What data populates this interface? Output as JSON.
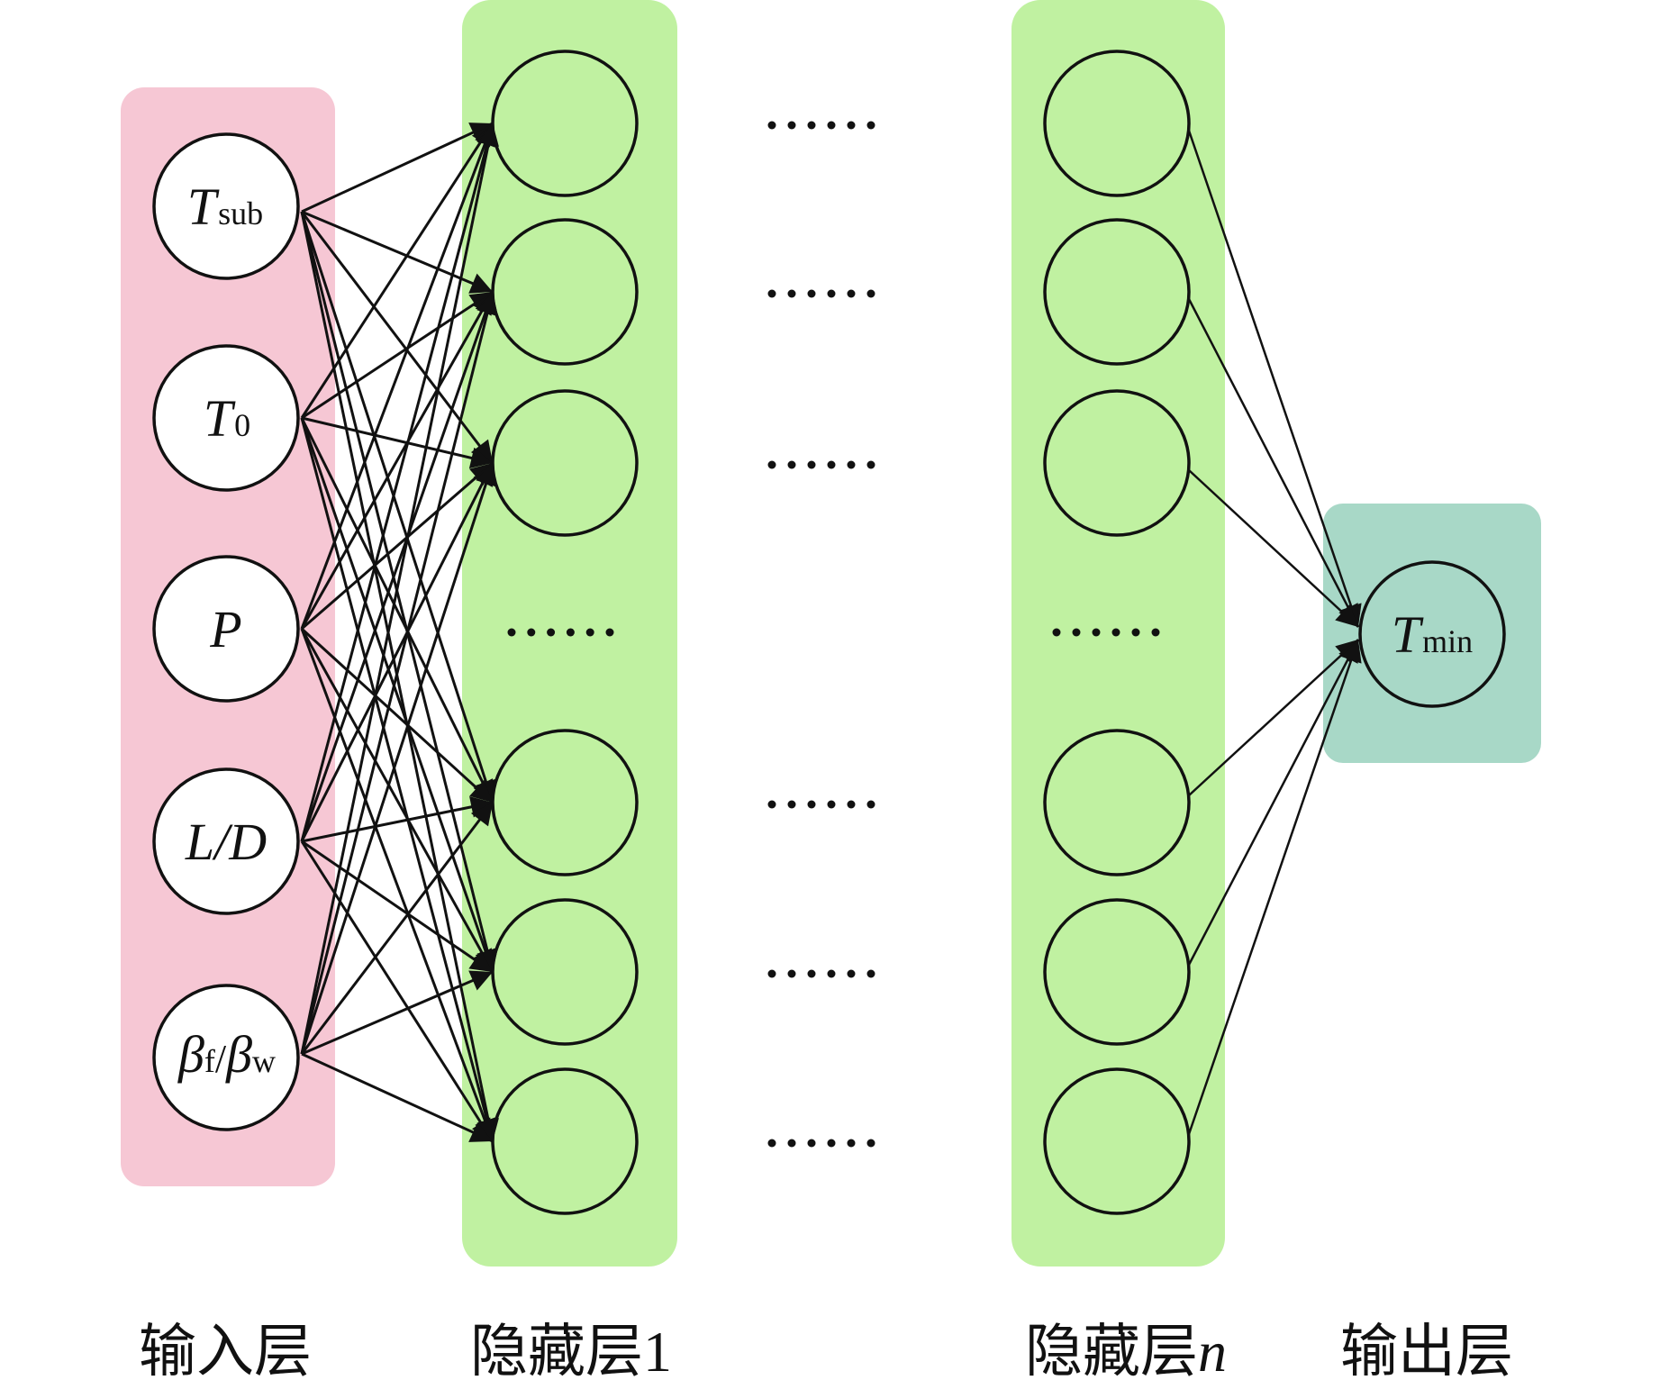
{
  "diagram": {
    "type": "neural-network",
    "colors": {
      "input_layer_bg": "#f6c7d4",
      "hidden_layer_bg": "#c0f1a1",
      "output_layer_bg": "#a8d8c7",
      "node_stroke": "#111111",
      "input_node_fill": "#ffffff",
      "edge": "#111111"
    },
    "layers": {
      "input": {
        "label": "输入层",
        "nodes": [
          {
            "main": "T",
            "sub": "sub",
            "id": "t-sub"
          },
          {
            "main": "T",
            "sub": "0",
            "id": "t0"
          },
          {
            "main": "P",
            "sub": "",
            "id": "p"
          },
          {
            "main": "L/D",
            "sub": "",
            "id": "l-d"
          },
          {
            "main": "β",
            "sub": "f",
            "mid": "/",
            "main2": "β",
            "sub2": "w",
            "id": "beta-ratio"
          }
        ]
      },
      "hidden_1": {
        "label": "隐藏层",
        "label_suffix": "1",
        "visible_nodes": 6,
        "ellipsis": "······"
      },
      "hidden_n": {
        "label": "隐藏层",
        "label_suffix": "n",
        "visible_nodes": 6,
        "ellipsis": "······"
      },
      "output": {
        "label": "输出层",
        "nodes": [
          {
            "main": "T",
            "sub": "min",
            "id": "t-min"
          }
        ]
      }
    },
    "between_hidden_ellipsis": "······",
    "connections": {
      "input_to_hidden_1": "fully-connected",
      "hidden_n_to_output": "fully-connected"
    }
  }
}
